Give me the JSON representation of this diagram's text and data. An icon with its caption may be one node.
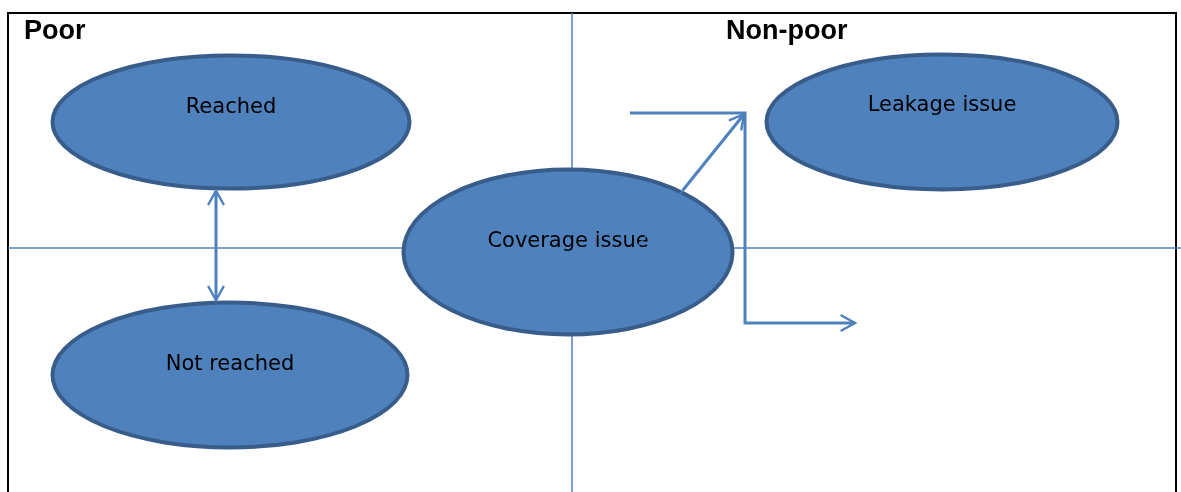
{
  "diagram": {
    "nodes": [
      {
        "text": [
          "Reached"
        ]
      },
      {
        "text": [
          "Not reached"
        ]
      },
      {
        "text": [
          "Coverage issue"
        ]
      },
      {
        "text": [
          "Leakage issue"
        ]
      }
    ],
    "edges": [
      {
        "from": 0,
        "to": 1,
        "arrow": "both"
      },
      {
        "from": 2,
        "to": 3,
        "arrow": "to"
      }
    ],
    "labels": [
      "Poor",
      "Non-poor"
    ]
  }
}
